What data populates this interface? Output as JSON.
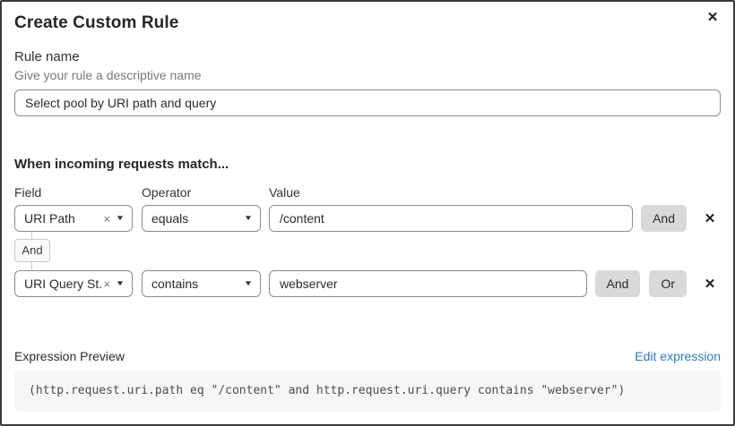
{
  "dialog": {
    "title": "Create Custom Rule",
    "close_icon": "✕"
  },
  "rule_name": {
    "label": "Rule name",
    "help_text": "Give your rule a descriptive name",
    "value": "Select pool by URI path and query"
  },
  "match": {
    "heading": "When incoming requests match...",
    "labels": {
      "field": "Field",
      "operator": "Operator",
      "value": "Value"
    },
    "connector": "And",
    "rows": [
      {
        "field": "URI Path",
        "clear_icon": "×",
        "caret_icon": "▼",
        "operator": "equals",
        "value": "/content",
        "and_label": "And",
        "remove_icon": "✕"
      },
      {
        "field": "URI Query St...",
        "clear_icon": "×",
        "caret_icon": "▼",
        "operator": "contains",
        "value": "webserver",
        "and_label": "And",
        "or_label": "Or",
        "remove_icon": "✕"
      }
    ]
  },
  "preview": {
    "label": "Expression Preview",
    "edit_link": "Edit expression",
    "expression": "(http.request.uri.path eq \"/content\" and http.request.uri.query contains \"webserver\")"
  },
  "colors": {
    "link_blue": "#2c7bbf",
    "combinator_button_bg": "#d9d9d9",
    "input_border": "#8c8c8c",
    "code_bg": "#f6f6f6",
    "dialog_border": "#3a3a3a"
  }
}
